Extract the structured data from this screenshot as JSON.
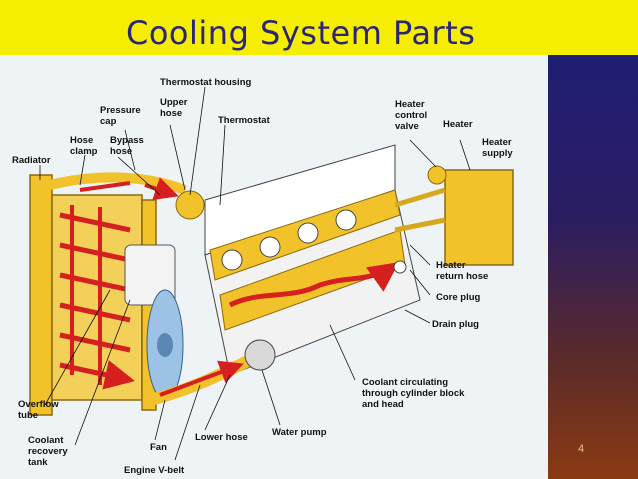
{
  "slide": {
    "title": "Cooling System Parts",
    "page_number": "4"
  },
  "colors": {
    "title_band": "#f6ee00",
    "title_text": "#2a2577",
    "flow_arrow": "#d61f1f",
    "component": "#f2c22a"
  },
  "diagram": {
    "labels": {
      "thermostat_housing": "Thermostat housing",
      "pressure_cap": [
        "Pressure",
        "cap"
      ],
      "upper_hose": [
        "Upper",
        "hose"
      ],
      "thermostat": "Thermostat",
      "heater_control_valve": [
        "Heater",
        "control",
        "valve"
      ],
      "heater": "Heater",
      "heater_supply": [
        "Heater",
        "supply"
      ],
      "radiator": "Radiator",
      "hose_clamp": [
        "Hose",
        "clamp"
      ],
      "bypass_hose": [
        "Bypass",
        "hose"
      ],
      "heater_return_hose": [
        "Heater",
        "return hose"
      ],
      "core_plug": "Core plug",
      "drain_plug": "Drain plug",
      "coolant_circulating": [
        "Coolant circulating",
        "through cylinder block",
        "and head"
      ],
      "overflow_tube": [
        "Overflow",
        "tube"
      ],
      "coolant_recovery_tank": [
        "Coolant",
        "recovery",
        "tank"
      ],
      "fan": "Fan",
      "lower_hose": "Lower hose",
      "water_pump": "Water pump",
      "engine_v_belt": "Engine V-belt"
    }
  }
}
